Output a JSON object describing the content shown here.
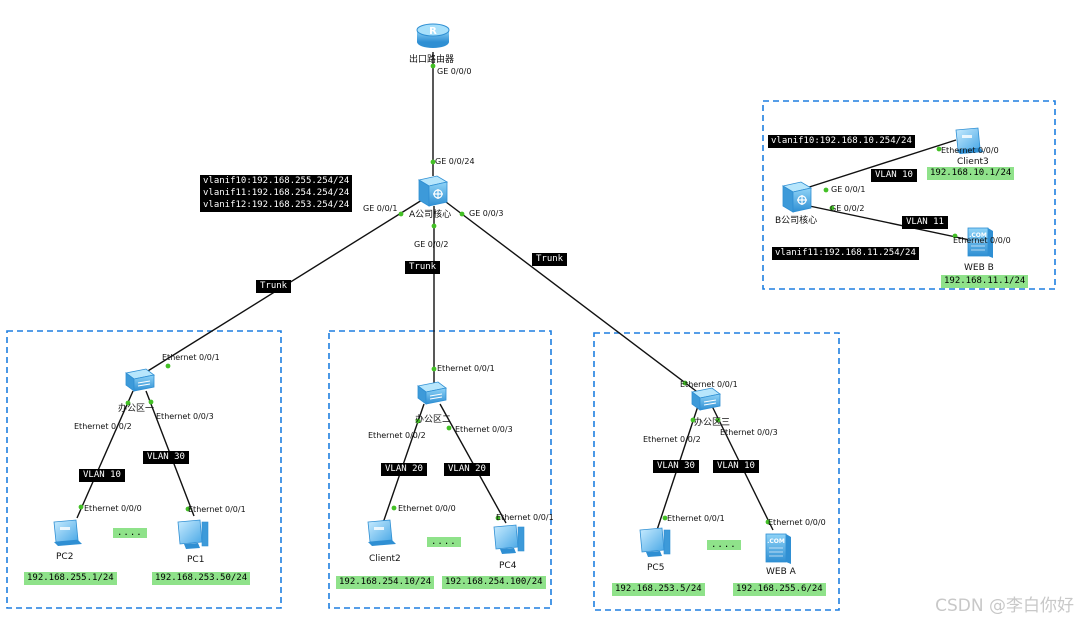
{
  "colors": {
    "device_blue": "#3aa0dd",
    "box_border": "#1e7fe0",
    "port_dot": "#43c026",
    "ip_green": "#8fe28a"
  },
  "router": {
    "name": "出口路由器",
    "port": "GE 0/0/0",
    "icon": "router-icon"
  },
  "core_a": {
    "name": "A公司核心",
    "icon": "core-switch-icon",
    "ports": {
      "up": "GE 0/0/24",
      "left": "GE 0/0/1",
      "down": "GE 0/0/2",
      "right": "GE 0/0/3"
    },
    "vlanifs": [
      "vlanif10:192.168.255.254/24",
      "vlanif11:192.168.254.254/24",
      "vlanif12:192.168.253.254/24"
    ]
  },
  "trunks": [
    "Trunk",
    "Trunk",
    "Trunk"
  ],
  "core_b": {
    "name": "B公司核心",
    "icon": "core-switch-icon",
    "ports": {
      "p1": "GE 0/0/1",
      "p2": "GE 0/0/2"
    },
    "vlanif10": "vlanif10:192.168.10.254/24",
    "vlanif11": "vlanif11:192.168.11.254/24",
    "vlan_a": "VLAN 10",
    "vlan_b": "VLAN 11",
    "client": {
      "name": "Client3",
      "port": "Ethernet 0/0/0",
      "ip": "192.168.10.1/24",
      "icon": "client-icon"
    },
    "web": {
      "name": "WEB B",
      "port": "Ethernet 0/0/0",
      "ip": "192.168.11.1/24",
      "icon": "web-server-icon"
    }
  },
  "office1": {
    "name": "办公区一",
    "up_port": "Ethernet 0/0/1",
    "port_l": "Ethernet 0/0/2",
    "port_r": "Ethernet 0/0/3",
    "vlan_l": "VLAN 10",
    "vlan_r": "VLAN 30",
    "dots": "....",
    "left": {
      "name": "PC2",
      "port": "Ethernet 0/0/0",
      "ip": "192.168.255.1/24",
      "icon": "client-icon"
    },
    "right": {
      "name": "PC1",
      "port": "Ethernet 0/0/1",
      "ip": "192.168.253.50/24",
      "icon": "pc-icon"
    }
  },
  "office2": {
    "name": "办公区二",
    "up_port": "Ethernet 0/0/1",
    "port_l": "Ethernet 0/0/2",
    "port_r": "Ethernet 0/0/3",
    "vlan_l": "VLAN 20",
    "vlan_r": "VLAN 20",
    "dots": "....",
    "left": {
      "name": "Client2",
      "port": "Ethernet 0/0/0",
      "ip": "192.168.254.10/24",
      "icon": "client-icon"
    },
    "right": {
      "name": "PC4",
      "port": "Ethernet 0/0/1",
      "ip": "192.168.254.100/24",
      "icon": "pc-icon"
    }
  },
  "office3": {
    "name": "办公区三",
    "up_port": "Ethernet 0/0/1",
    "port_l": "Ethernet 0/0/2",
    "port_r": "Ethernet 0/0/3",
    "vlan_l": "VLAN 30",
    "vlan_r": "VLAN 10",
    "dots": "....",
    "left": {
      "name": "PC5",
      "port": "Ethernet 0/0/1",
      "ip": "192.168.253.5/24",
      "icon": "pc-icon"
    },
    "right": {
      "name": "WEB A",
      "port": "Ethernet 0/0/0",
      "ip": "192.168.255.6/24",
      "icon": "web-server-icon"
    }
  },
  "watermark": "CSDN @李白你好"
}
